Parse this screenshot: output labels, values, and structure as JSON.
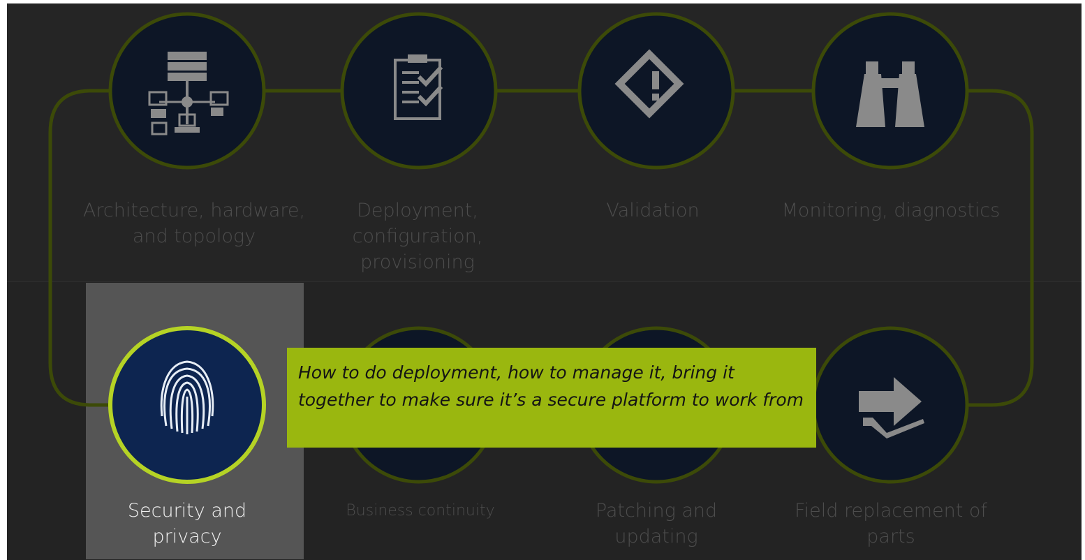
{
  "steps": [
    {
      "label": "Architecture, hardware, and topology",
      "icon": "network-topology-icon"
    },
    {
      "label": "Deployment, configuration, provisioning",
      "icon": "clipboard-checklist-icon"
    },
    {
      "label": "Validation",
      "icon": "warning-diamond-icon"
    },
    {
      "label": "Monitoring, diagnostics",
      "icon": "binoculars-icon"
    },
    {
      "label": "Security and privacy",
      "icon": "fingerprint-icon",
      "active": true
    },
    {
      "label": "Business continuity",
      "icon": ""
    },
    {
      "label": "Patching and updating",
      "icon": ""
    },
    {
      "label": "Field replacement of parts",
      "icon": "swap-arrows-icon"
    }
  ],
  "callout": {
    "text": "How to do deployment, how to manage it, bring it together to make sure it’s a secure platform to work from"
  },
  "colors": {
    "background": "#252525",
    "circle_fill": "#0d1626",
    "active_circle_fill": "#0d2550",
    "connector": "#3c4a08",
    "active_ring": "#b5d325",
    "callout": "#9ab70f",
    "highlight": "#555555"
  }
}
